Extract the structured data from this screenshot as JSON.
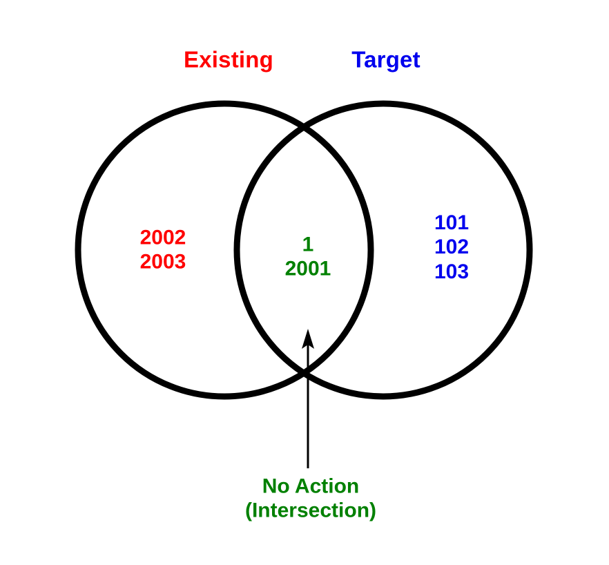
{
  "diagram": {
    "type": "venn",
    "background_color": "#ffffff",
    "stroke_color": "#000000",
    "left_set": {
      "title": "Existing",
      "color": "#ff0000",
      "members": [
        "2002",
        "2003"
      ],
      "members_text": "2002\n2003"
    },
    "right_set": {
      "title": "Target",
      "color": "#0000ee",
      "members": [
        "101",
        "102",
        "103"
      ],
      "members_text": "101\n102\n103"
    },
    "intersection": {
      "color": "#008000",
      "members": [
        "1",
        "2001"
      ],
      "members_text": "1\n2001",
      "annotation_line1": "No Action",
      "annotation_line2": "(Intersection)",
      "annotation_text": "No Action\n(Intersection)"
    },
    "arrow": {
      "name": "intersection-callout-arrow",
      "direction": "up",
      "color": "#000000"
    }
  }
}
